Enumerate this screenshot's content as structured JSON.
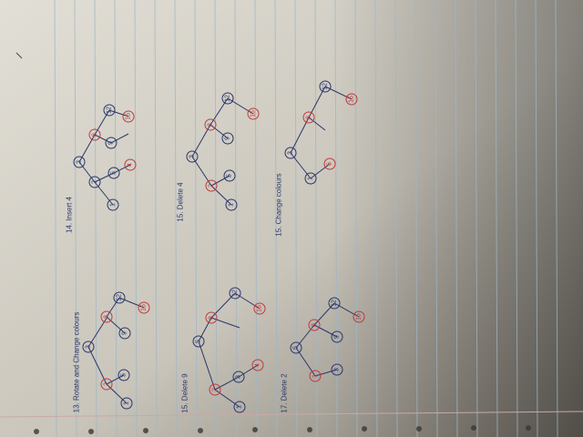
{
  "colors": {
    "paper_light": "#d9d6cd",
    "paper_shadow": "#8a857c",
    "rule_line": "#9fb7c6",
    "margin_line": "#c7a9a9",
    "ink_blue": "#2a3668",
    "ink_red": "#c23a3a"
  },
  "labels": {
    "step13": "13. Rotate and Change colours",
    "step14": "14. Insert 4",
    "step15a": "15. Delete 9",
    "step15b": "15. Delete 4",
    "step17": "17. Delete 2",
    "step15c": "15. Change colours"
  },
  "trees": {
    "t13": {
      "n1": "3",
      "n2": "8",
      "n3": "12",
      "n4": "1",
      "n5": "2",
      "n6": "5",
      "n7": "9",
      "n8": "15"
    },
    "t14": {
      "n1": "3",
      "n2": "8",
      "n3": "12",
      "n4": "1",
      "n5": "2",
      "n6": "5",
      "n7": "9",
      "n8": "15",
      "n9": "4"
    },
    "t15a": {
      "n1": "5",
      "n2": "8",
      "n3": "12",
      "n4": "2",
      "n5": "1",
      "n6": "3",
      "n7": "4",
      "n8": "15"
    },
    "t15b": {
      "n1": "3",
      "n2": "8",
      "n3": "12",
      "n4": "2",
      "n5": "1",
      "n6": "5",
      "n7": "9",
      "n8": "15"
    },
    "t17": {
      "n1": "5",
      "n2": "8",
      "n3": "12",
      "n4": "1",
      "n5": "3",
      "n6": "9",
      "n7": "15"
    },
    "t15c": {
      "n1": "3",
      "n2": "8",
      "n3": "12",
      "n4": "1",
      "n5": "5",
      "n6": "15"
    }
  }
}
